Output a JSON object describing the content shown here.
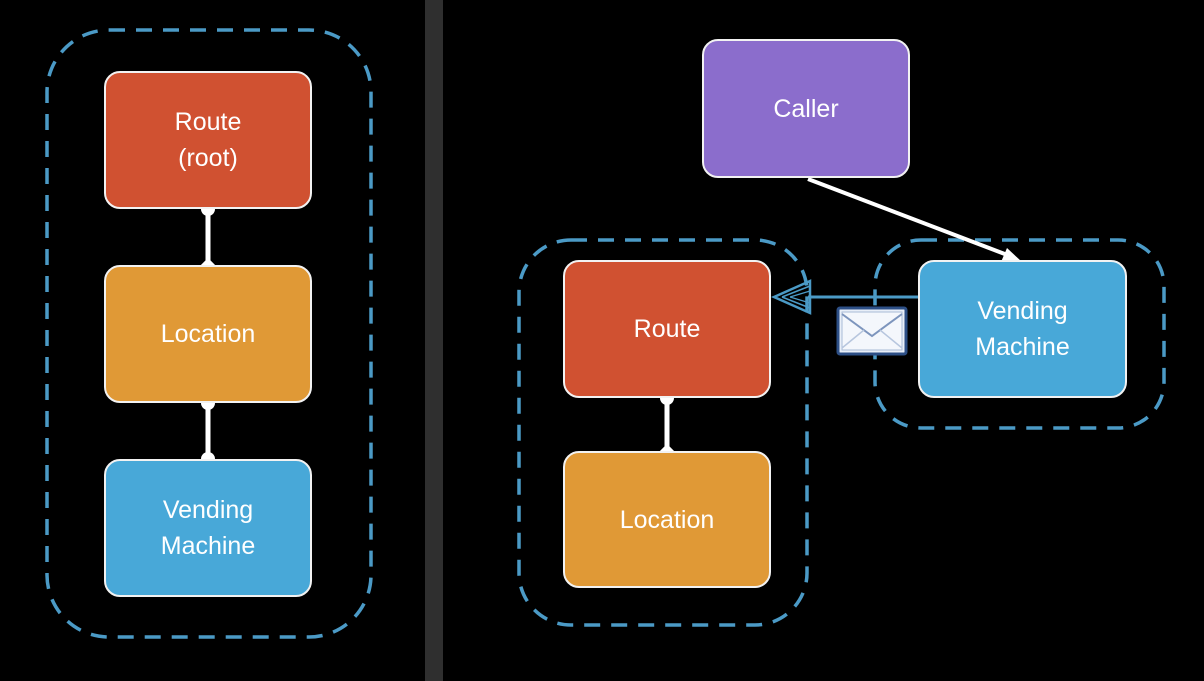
{
  "colors": {
    "route": "#d05131",
    "location": "#e09936",
    "vending": "#48a8d8",
    "caller": "#8b6dcc",
    "dashed_border": "#4b9ac6",
    "connector": "#ffffff",
    "message_arrow": "#4b9ac6"
  },
  "left_hierarchy": {
    "route_label": "Route\n(root)",
    "location_label": "Location",
    "vending_label": "Vending\nMachine"
  },
  "right_diagram": {
    "caller_label": "Caller",
    "route_label": "Route",
    "location_label": "Location",
    "vending_label": "Vending\nMachine"
  },
  "icons": {
    "message": "envelope-icon",
    "arrowhead": "hollow-arrowhead-icon"
  }
}
